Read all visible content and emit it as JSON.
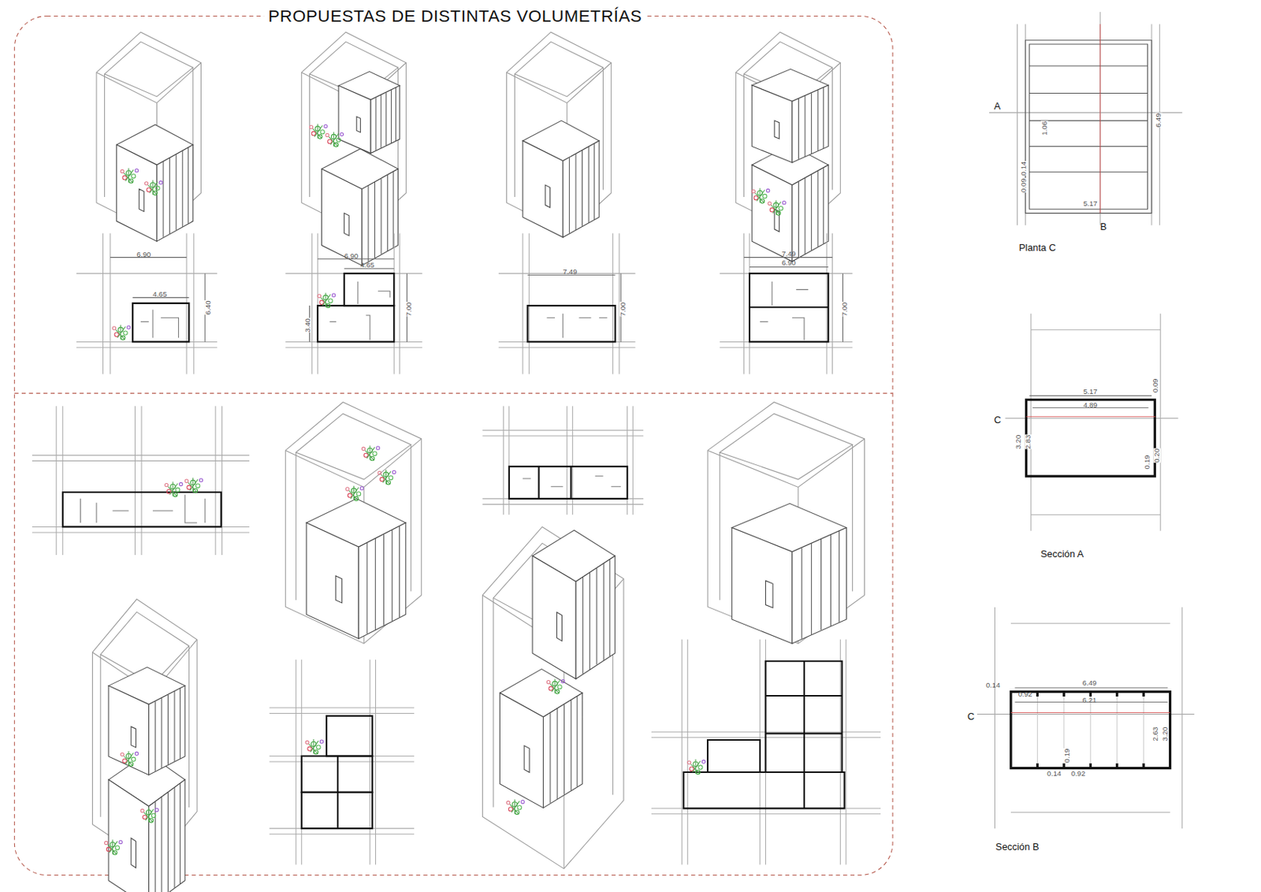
{
  "diagram": {
    "title": "PROPUESTAS DE DISTINTAS VOLUMETRÍAS",
    "labels": [
      "6.90",
      "4.65",
      "6.40",
      "6.90",
      "4.65",
      "3.40",
      "7.00",
      "7.49",
      "7.00",
      "7.49",
      "6.90",
      "7.00",
      "A",
      "1.06",
      "0.14",
      "0.09",
      "5.17",
      "6.49",
      "B",
      "Planta C",
      "5.17",
      "0.09",
      "4.89",
      "C",
      "3.20",
      "2.83",
      "0.19",
      "0.20",
      "Sección A",
      "0.14",
      "0.92",
      "6.49",
      "6.21",
      "C",
      "2.63",
      "3.20",
      "0.19",
      "0.14",
      "0.92",
      "Sección B"
    ]
  }
}
